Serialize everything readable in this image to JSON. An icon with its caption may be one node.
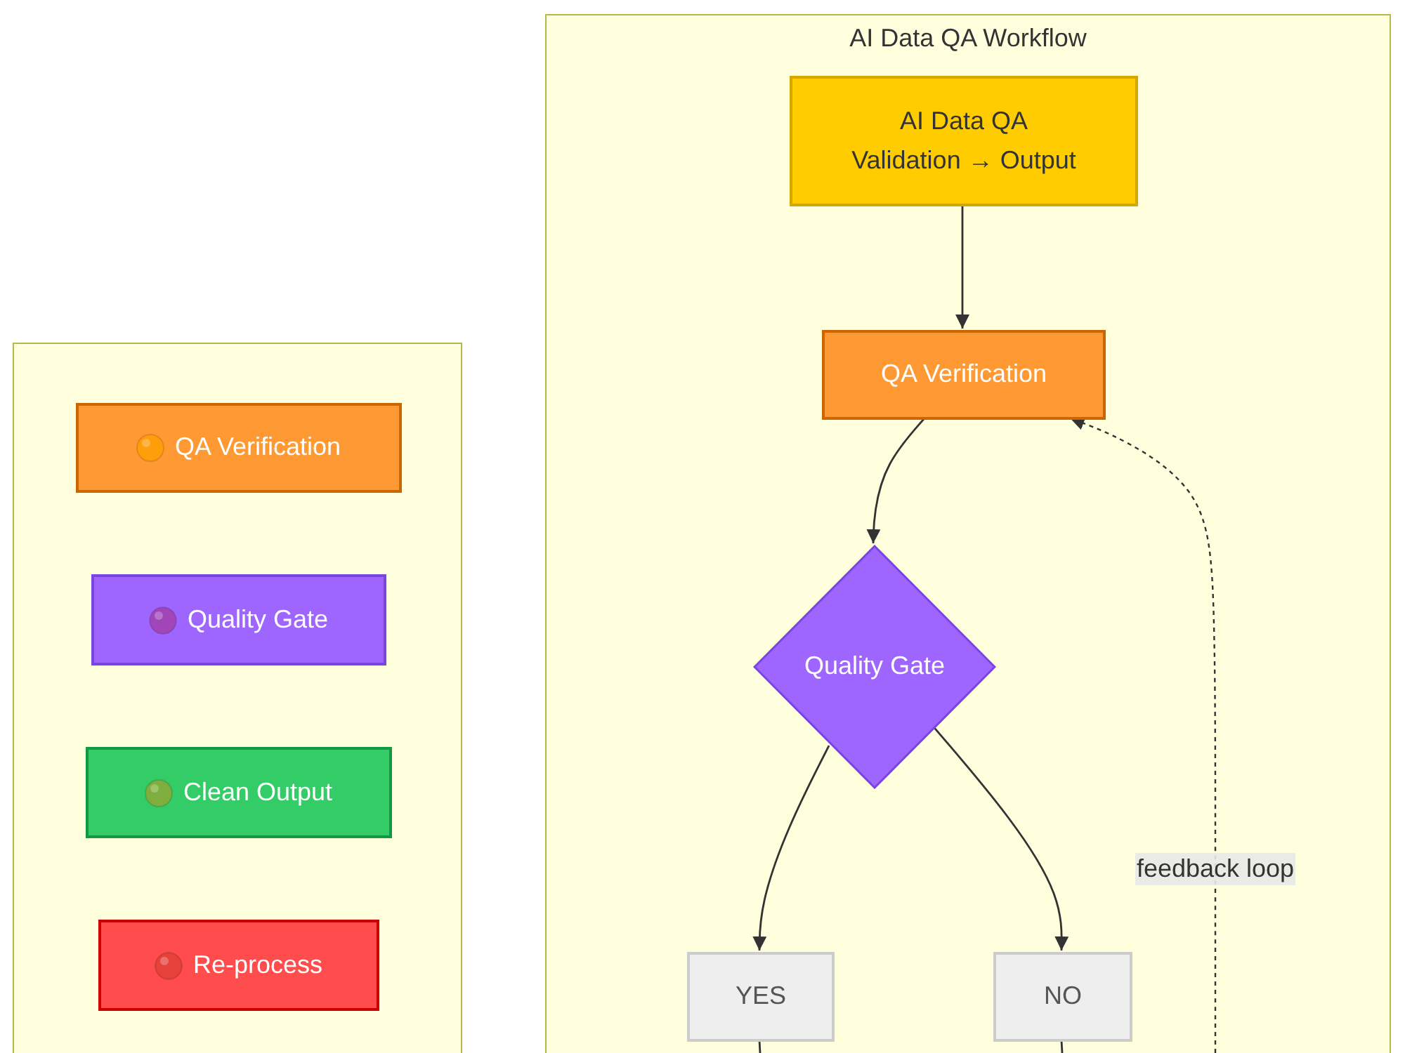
{
  "diagram": {
    "nodes": [
      {
        "text": [
          "AI Data QA Workflow"
        ]
      },
      {
        "text": [
          "AI Data QA Validation → Output"
        ],
        "in": 0
      },
      {
        "text": [
          "QA Verification"
        ],
        "in": 0
      },
      {
        "text": [
          "Quality Gate"
        ],
        "in": 0
      },
      {
        "text": [
          "YES"
        ],
        "in": 0
      },
      {
        "text": [
          "NO"
        ],
        "in": 0
      },
      {
        "text": [],
        "shape": "box"
      },
      {
        "text": [
          "QA Verification"
        ],
        "in": 6
      },
      {
        "text": [
          "Quality Gate"
        ],
        "in": 6
      },
      {
        "text": [
          "Clean Output"
        ],
        "in": 6
      },
      {
        "text": [
          "Re-process"
        ],
        "in": 6
      }
    ],
    "edges": [
      {
        "from": 1,
        "to": 2,
        "arrow": "to"
      },
      {
        "from": 2,
        "to": 3,
        "arrow": "to"
      },
      {
        "from": 3,
        "to": 4,
        "arrow": "to"
      },
      {
        "from": 3,
        "to": 5,
        "arrow": "to"
      },
      {
        "from": null,
        "to": 2,
        "arrow": "to",
        "label": "feedback loop",
        "style": "dashed"
      },
      {
        "from": 4,
        "to": null,
        "arrow": "none"
      },
      {
        "from": 5,
        "to": null,
        "arrow": "none"
      }
    ]
  }
}
